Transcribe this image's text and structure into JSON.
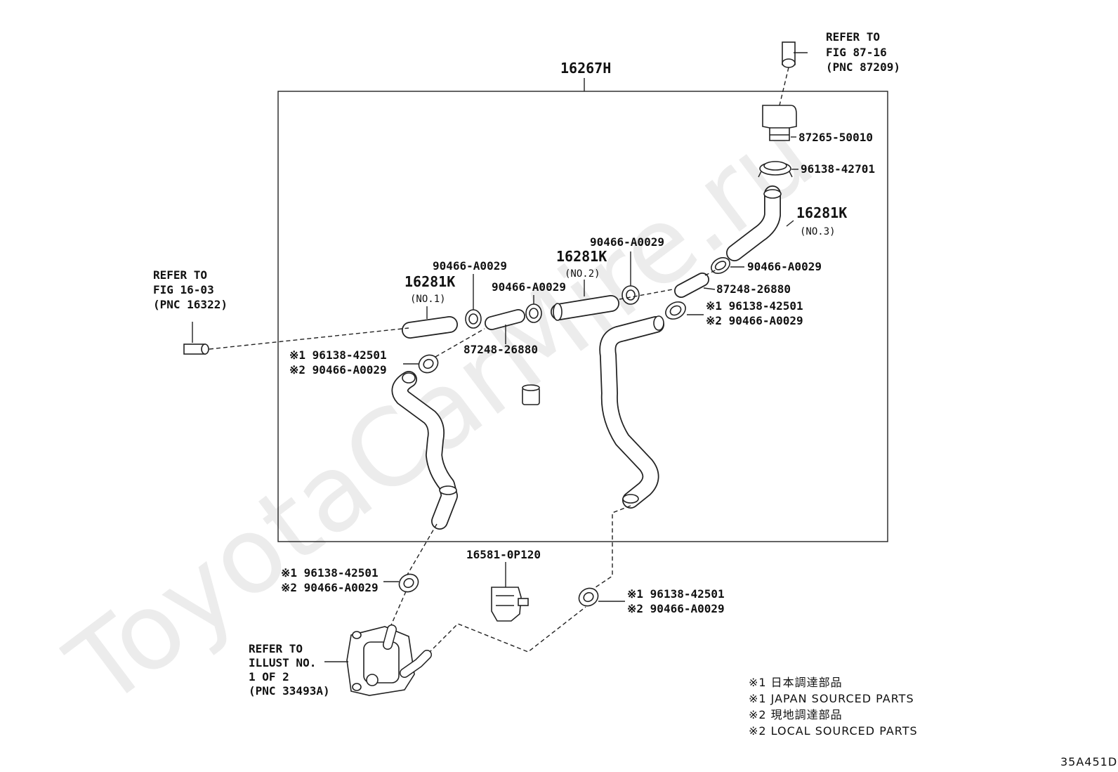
{
  "watermark": "ToyotaCarMire.ru",
  "figure_code": "35A451D",
  "assembly": {
    "number": "16267H"
  },
  "references": {
    "top": {
      "line1": "REFER TO",
      "line2": "FIG 87-16",
      "line3": "(PNC 87209)"
    },
    "left": {
      "line1": "REFER TO",
      "line2": "FIG 16-03",
      "line3": "(PNC 16322)"
    },
    "bottom": {
      "line1": "REFER TO",
      "line2": "ILLUST NO.",
      "line3": "1 OF 2",
      "line4": "(PNC 33493A)"
    }
  },
  "parts": {
    "p87265": "87265-50010",
    "p96138_42701": "96138-42701",
    "hose_no3": {
      "number": "16281K",
      "note": "(NO.3)"
    },
    "hose_no2": {
      "number": "16281K",
      "note": "(NO.2)"
    },
    "hose_no1": {
      "number": "16281K",
      "note": "(NO.1)"
    },
    "clamp_top_right": "90466-A0029",
    "clamp_no2_top": "90466-A0029",
    "clamp_no1_top": "90466-A0029",
    "clamp_mid": "90466-A0029",
    "pipe_right": "87248-26880",
    "pipe_left": "87248-26880",
    "bracket": "16581-0P120"
  },
  "clamp_pairs": {
    "right_upper": {
      "l1": "※1 96138-42501",
      "l2": "※2 90466-A0029"
    },
    "left_upper": {
      "l1": "※1 96138-42501",
      "l2": "※2 90466-A0029"
    },
    "left_lower": {
      "l1": "※1 96138-42501",
      "l2": "※2 90466-A0029"
    },
    "right_lower": {
      "l1": "※1 96138-42501",
      "l2": "※2 90466-A0029"
    }
  },
  "legend": [
    "※1 日本調達部品",
    "※1 JAPAN SOURCED PARTS",
    "※2 現地調達部品",
    "※2 LOCAL SOURCED PARTS"
  ]
}
